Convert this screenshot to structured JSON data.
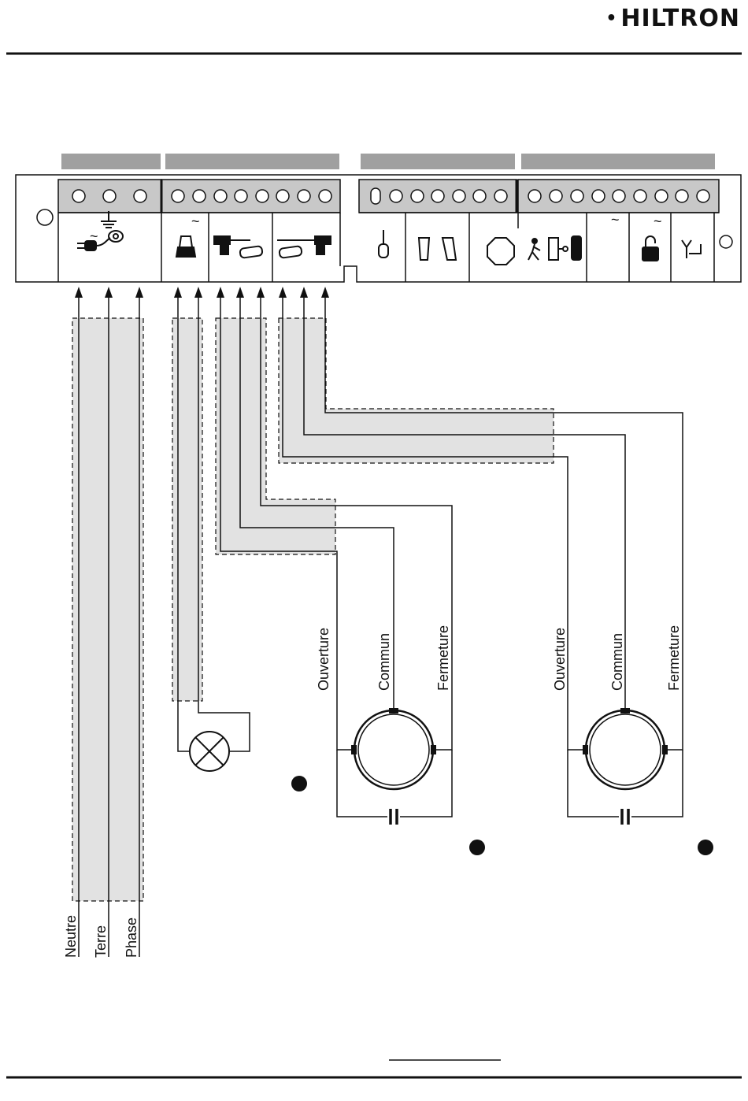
{
  "brand": {
    "logo_text": "HILTRON"
  },
  "power_wires": {
    "neutral": "Neutre",
    "earth": "Terre",
    "phase": "Phase"
  },
  "motor_1": {
    "open": "Ouverture",
    "common": "Commun",
    "close": "Fermeture"
  },
  "motor_2": {
    "open": "Ouverture",
    "common": "Commun",
    "close": "Fermeture"
  },
  "terminal_marks": {
    "ac_1": "~",
    "ac_2": "~",
    "ac_3": "~",
    "ac_supply": "~"
  },
  "icons": [
    "power-plug-icon",
    "earth-ground-icon",
    "flashing-lamp-icon",
    "motor-1-icon",
    "motor-2-icon",
    "aerial-icon",
    "photocell-icon",
    "stop-icon",
    "pedestrian-icon",
    "key-selector-icon",
    "electric-lock-icon",
    "antenna-icon",
    "capacitor-icon",
    "lamp-icon",
    "motor-winding-icon"
  ],
  "colors": {
    "band": "#a0a0a0",
    "terminal_strip": "#c8c8c8",
    "wire_shade": "#e2e2e2",
    "line": "#111111"
  }
}
